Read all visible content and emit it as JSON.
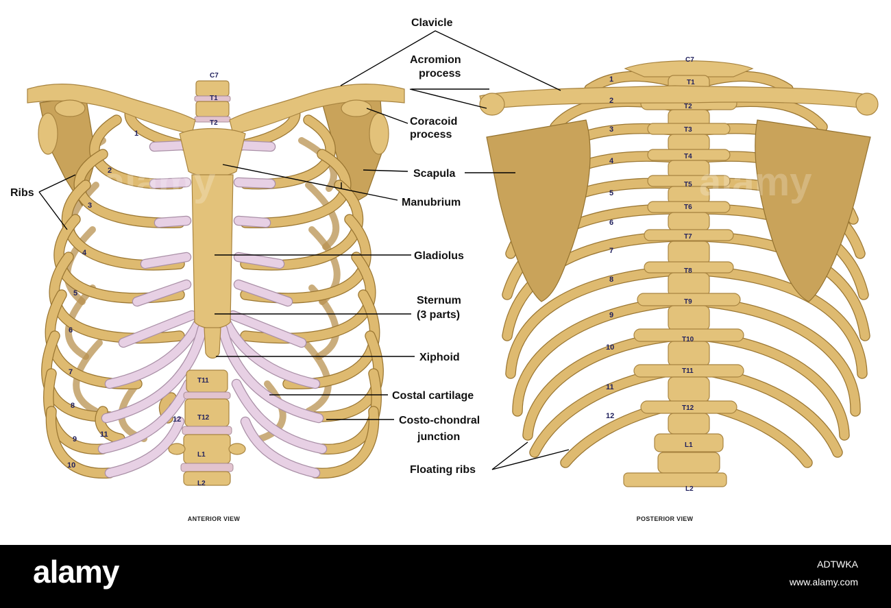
{
  "labels": {
    "clavicle": "Clavicle",
    "acromion_1": "Acromion",
    "acromion_2": "process",
    "coracoid_1": "Coracoid",
    "coracoid_2": "process",
    "scapula": "Scapula",
    "ribs": "Ribs",
    "manubrium": "Manubrium",
    "gladiolus": "Gladiolus",
    "sternum_1": "Sternum",
    "sternum_2": "(3 parts)",
    "xiphoid": "Xiphoid",
    "costal_cartilage": "Costal cartilage",
    "costo_1": "Costo-chondral",
    "costo_2": "junction",
    "floating_ribs": "Floating ribs"
  },
  "anterior": {
    "caption": "ANTERIOR VIEW",
    "vertebrae": [
      "C7",
      "T1",
      "T2",
      "T11",
      "T12",
      "L1",
      "L2"
    ],
    "rib_numbers": [
      "1",
      "2",
      "3",
      "4",
      "5",
      "6",
      "7",
      "8",
      "9",
      "10",
      "11",
      "12"
    ]
  },
  "posterior": {
    "caption": "POSTERIOR VIEW",
    "vertebrae": [
      "C7",
      "T1",
      "T2",
      "T3",
      "T4",
      "T5",
      "T6",
      "T7",
      "T8",
      "T9",
      "T10",
      "T11",
      "T12",
      "L1",
      "L2"
    ],
    "rib_numbers": [
      "1",
      "2",
      "3",
      "4",
      "5",
      "6",
      "7",
      "8",
      "9",
      "10",
      "11",
      "12"
    ]
  },
  "watermark": "alamy",
  "footer": {
    "brand": "alamy",
    "image_id": "ADTWKA",
    "site": "www.alamy.com"
  },
  "colors": {
    "bone": "#e3c27a",
    "bone_outline": "#a88440",
    "cartilage": "#e7d0e4",
    "vertebra_label": "#1f1f5c",
    "footer_bg": "#000000"
  }
}
